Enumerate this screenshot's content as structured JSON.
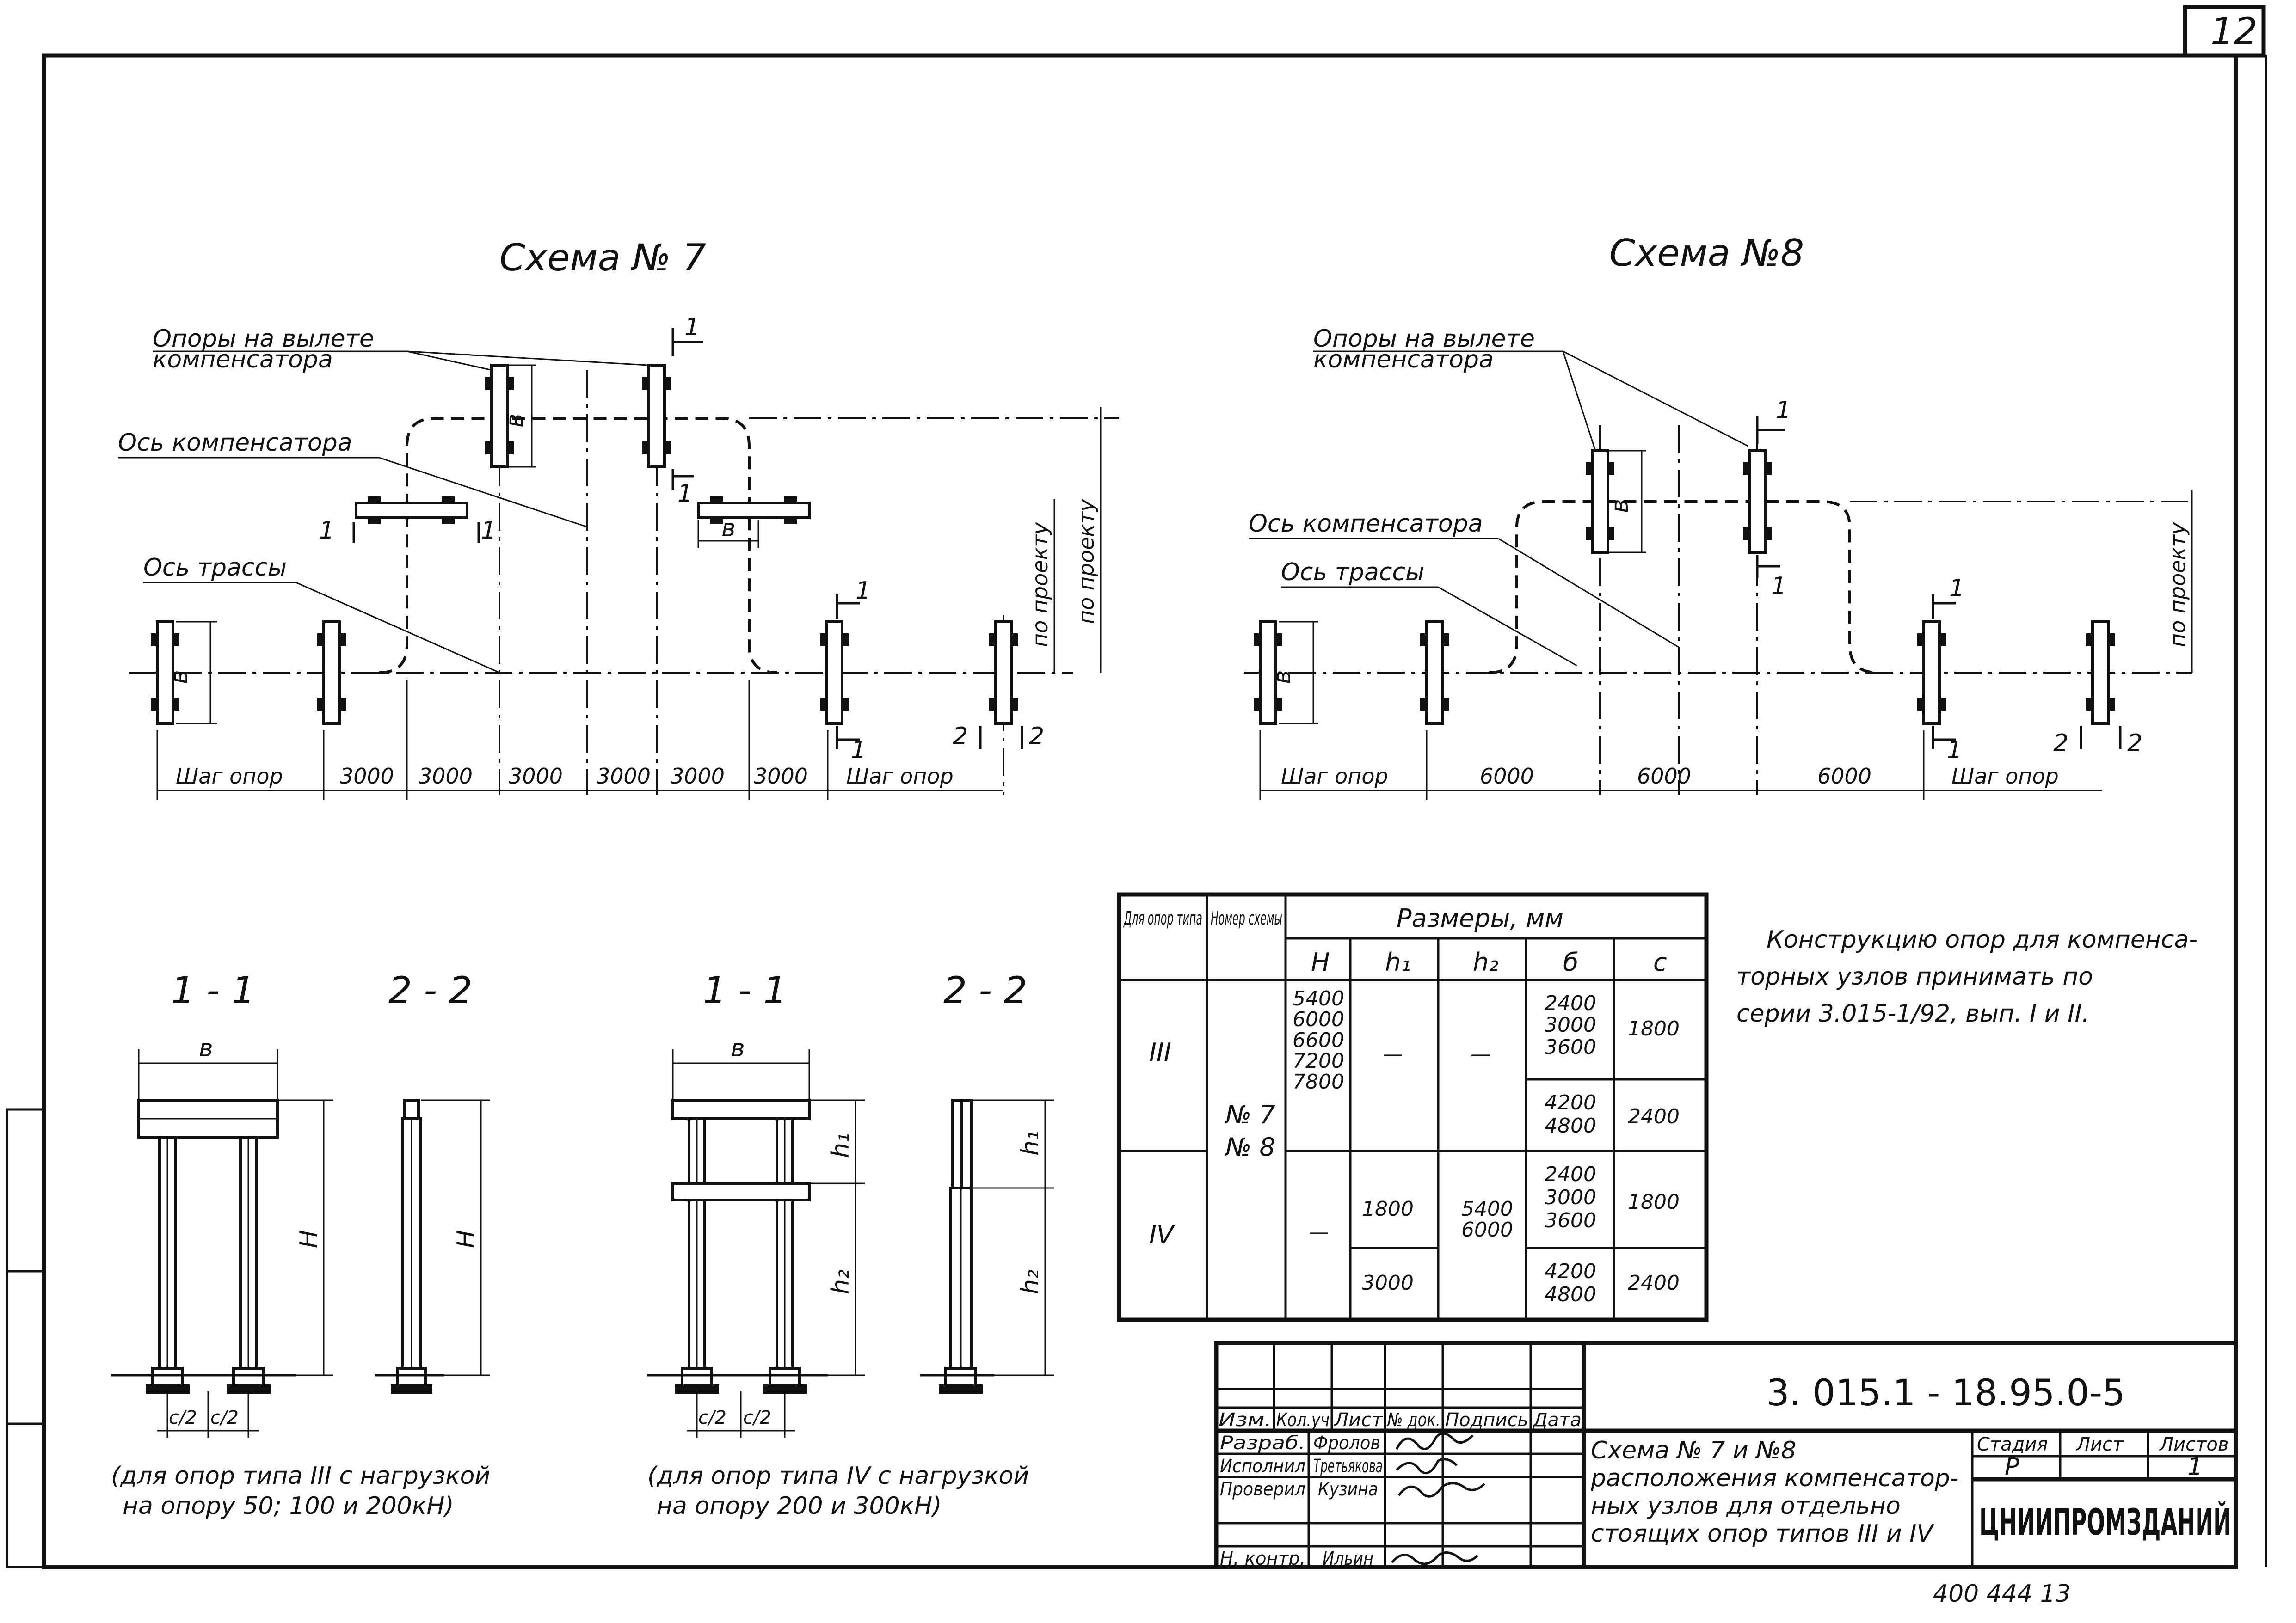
{
  "sheet": {
    "number": "12",
    "code": "3. 015.1 - 18.95.0-5",
    "archive": "400 444  13"
  },
  "scheme7": {
    "title": "Схема № 7",
    "label_supports_line1": "Опоры на вылете",
    "label_supports_line2": "компенсатора",
    "label_axis_comp": "Ось компенсатора",
    "label_axis_route": "Ось трассы",
    "dim_step": "Шаг опор",
    "dims": [
      "3000",
      "3000",
      "3000",
      "3000",
      "3000",
      "3000"
    ],
    "dim_project": "по проекту",
    "cut1": "1",
    "cut2": "2",
    "b": "в"
  },
  "scheme8": {
    "title": "Схема №8",
    "label_supports_line1": "Опоры на вылете",
    "label_supports_line2": "компенсатора",
    "label_axis_comp": "Ось компенсатора",
    "label_axis_route": "Ось трассы",
    "dim_step": "Шаг опор",
    "dims": [
      "6000",
      "6000",
      "6000"
    ],
    "dim_project": "по проекту",
    "cut1": "1",
    "cut2": "2",
    "b": "в"
  },
  "sections": {
    "s11": "1 - 1",
    "s22": "2 - 2",
    "b": "в",
    "H": "H",
    "h1": "h₁",
    "h2": "h₂",
    "c2": "c/2",
    "note_type3_line1": "(для опор типа III с нагрузкой",
    "note_type3_line2": "на опору 50; 100 и 200кН)",
    "note_type4_line1": "(для опор типа IV с нагрузкой",
    "note_type4_line2": "на опору 200 и 300кН)"
  },
  "table": {
    "h_type": "Для опор типа",
    "h_scheme": "Номер схемы",
    "h_sizes": "Размеры, мм",
    "cols": [
      "H",
      "h₁",
      "h₂",
      "б",
      "c"
    ],
    "type3": "III",
    "type4": "IV",
    "schemes": "№ 7\n№ 8",
    "scheme_a": "№ 7",
    "scheme_b": "№ 8",
    "r3_H": [
      "5400",
      "6000",
      "6600",
      "7200",
      "7800"
    ],
    "r3_h1": "—",
    "r3_h2": "—",
    "r3_b1": [
      "2400",
      "3000",
      "3600"
    ],
    "r3_c1": "1800",
    "r3_b2": [
      "4200",
      "4800"
    ],
    "r3_c2": "2400",
    "r4_H": "—",
    "r4_h1a": "1800",
    "r4_h1b": "3000",
    "r4_h2": [
      "5400",
      "6000"
    ],
    "r4_b1": [
      "2400",
      "3000",
      "3600"
    ],
    "r4_c1": "1800",
    "r4_b2": [
      "4200",
      "4800"
    ],
    "r4_c2": "2400"
  },
  "note": {
    "line1": "Конструкцию опор для компенса-",
    "line2": "торных узлов принимать по",
    "line3": "серии 3.015-1/92, вып. I и II."
  },
  "titleblock": {
    "hdr": [
      "Изм.",
      "Кол.уч",
      "Лист",
      "№ док.",
      "Подпись",
      "Дата"
    ],
    "roles": [
      "Разраб.",
      "Исполнил",
      "Проверил",
      "Н. контр."
    ],
    "names": [
      "Фролов",
      "Третьякова",
      "Кузина",
      "Ильин"
    ],
    "drawing_title_line1": "Схема № 7 и №8",
    "drawing_title_line2": "расположения компенсатор-",
    "drawing_title_line3": "ных узлов для отдельно",
    "drawing_title_line4": "стоящих опор типов III и IV",
    "stage_h": "Стадия",
    "sheet_h": "Лист",
    "sheets_h": "Листов",
    "stage": "Р",
    "sheet": "",
    "sheets": "1",
    "org": "ЦНИИПРОМЗДАНИЙ"
  }
}
